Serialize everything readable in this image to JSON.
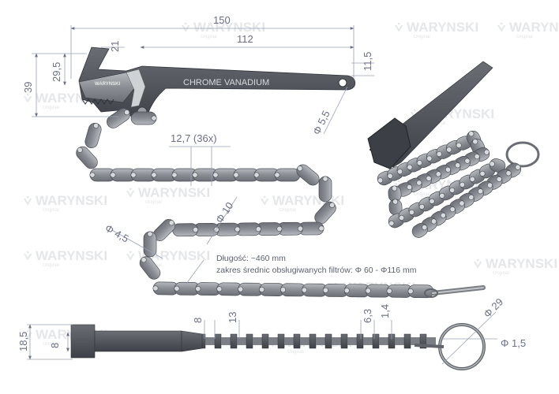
{
  "colors": {
    "dimension": "#6b6f8a",
    "metal": "#8c9096",
    "dark": "#4a4e55",
    "watermark": "#cfd2d6"
  },
  "brand": {
    "name": "WARYNSKI",
    "sub": "Original"
  },
  "handle": {
    "engraving": "CHROME VANADIUM",
    "jaw_label": "WARYNSKI"
  },
  "dims": {
    "total_length": "150",
    "handle_length": "112",
    "hook_width": "21",
    "end_height": "11,5",
    "height_total": "39",
    "height_jaw": "29,5",
    "hole": "Φ 5,5",
    "pitch": "12,7 (36x)",
    "roller": "Φ 10",
    "pin": "Φ 4,5",
    "ring": "Φ 29",
    "wire": "Φ 1,5",
    "chain_plate": "8",
    "chain_roller": "13",
    "width_a": "6,3",
    "width_b": "1,4",
    "side_total": "18,5",
    "side_inner": "8"
  },
  "notes": {
    "length": "Długość: ~460 mm",
    "range": "zakres średnic obsługiwanych filtrów: Φ 60 - Φ116 mm"
  },
  "icons": [
    "wrench-handle-drawing",
    "chain-drawing",
    "ring-drawing",
    "product-photo",
    "watermark-logo-icon"
  ]
}
